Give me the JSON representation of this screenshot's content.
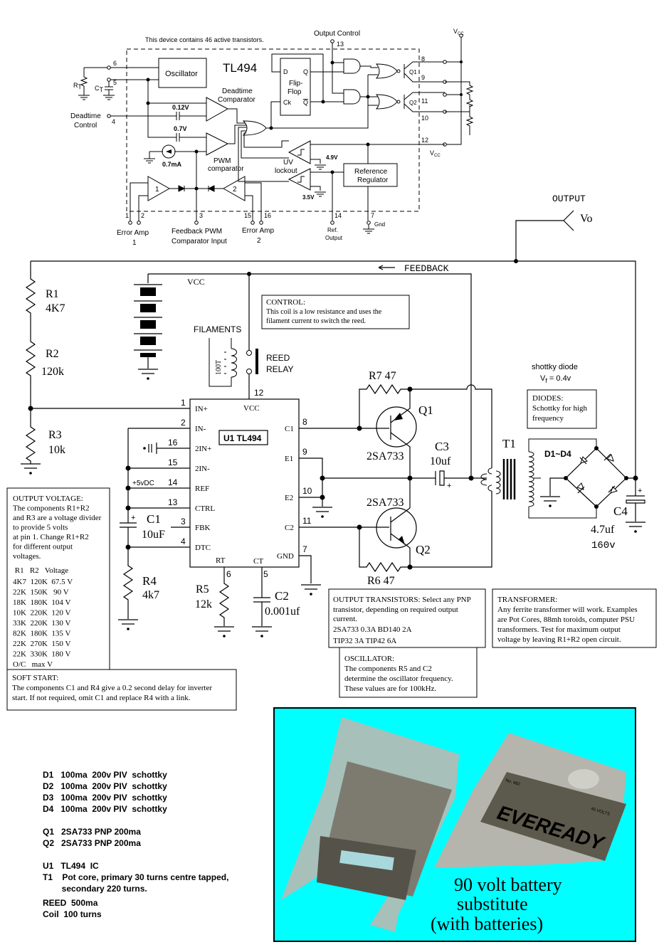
{
  "tl494_block": {
    "note": "This device contains 46 active transistors.",
    "chip_label": "TL494",
    "oscillator": "Oscillator",
    "rt": "R",
    "rt_sub": "T",
    "ct": "C",
    "ct_sub": "T",
    "deadtime_control": [
      "Deadtime",
      "Control"
    ],
    "deadtime_comparator": [
      "Deadtime",
      "Comparator"
    ],
    "v012": "0.12V",
    "v07": "0.7V",
    "ma07": "0.7mA",
    "pwm_comparator": [
      "PWM",
      "comparator"
    ],
    "flip_flop": [
      "Flip-",
      "Flop"
    ],
    "ff_d": "D",
    "ff_q": "Q",
    "ff_ck": "Ck",
    "ff_qbar": "Q",
    "output_control": "Output Control",
    "vcc_top": "V",
    "vcc_sub": "CC",
    "q1": "Q1",
    "q2": "Q2",
    "uv_lockout": [
      "UV",
      "lockout"
    ],
    "v49": "4.9V",
    "v35": "3.5V",
    "reference_regulator": [
      "Reference",
      "Regulator"
    ],
    "vcc_bottom": "V",
    "vcc_bottom_sub": "CC",
    "amp1": "1",
    "amp2": "2",
    "pins": {
      "p6": "6",
      "p5": "5",
      "p4": "4",
      "p13": "13",
      "p8": "8",
      "p9": "9",
      "p11": "11",
      "p10": "10",
      "p12": "12",
      "p1": "1",
      "p2": "2",
      "p3": "3",
      "p15": "15",
      "p16": "16",
      "p14": "14",
      "p7": "7"
    },
    "error_amp1": [
      "Error Amp",
      "1"
    ],
    "feedback_pwm": [
      "Feedback PWM",
      "Comparator Input"
    ],
    "error_amp2": [
      "Error Amp",
      "2"
    ],
    "ref_output": [
      "Ref.",
      "Output"
    ],
    "gnd": "Gnd"
  },
  "schematic": {
    "output": "OUTPUT",
    "vo": "Vo",
    "feedback": "FEEDBACK",
    "r1": "R1",
    "r1_val": "4K7",
    "r2": "R2",
    "r2_val": "120k",
    "r3": "R3",
    "r3_val": "10k",
    "r4": "R4",
    "r4_val": "4k7",
    "r5": "R5",
    "r5_val": "12k",
    "c1": "C1",
    "c1_val": "10uF",
    "c2": "C2",
    "c2_val": "0.001uf",
    "c3": "C3",
    "c3_val": "10uf",
    "c4": "C4",
    "c4_val": "4.7uf",
    "c4_volt": "160v",
    "r7": "R7 47",
    "r6": "R6 47",
    "q1": "Q1",
    "q2": "Q2",
    "q1_type": "2SA733",
    "q2_type": "2SA733",
    "t1": "T1",
    "d1_d4": "D1~D4",
    "vcc": "VCC",
    "filaments": "FILAMENTS",
    "coil_turns": "100T",
    "reed_relay": [
      "REED",
      "RELAY"
    ],
    "shottky": "shottky diode",
    "vf_symbol": "V",
    "vf_sub": "f",
    "vf_value": " = 0.4v",
    "plus5": "+5vDC",
    "ic": {
      "title": "U1  TL494",
      "left_pins": [
        {
          "num": "1",
          "name": "IN+"
        },
        {
          "num": "2",
          "name": "IN-"
        },
        {
          "num": "16",
          "name": "2IN+"
        },
        {
          "num": "15",
          "name": "2IN-"
        },
        {
          "num": "14",
          "name": "REF"
        },
        {
          "num": "13",
          "name": "CTRL"
        },
        {
          "num": "3",
          "name": "FBK"
        },
        {
          "num": "4",
          "name": "DTC"
        }
      ],
      "right_pins": [
        {
          "num": "8",
          "name": "C1"
        },
        {
          "num": "9",
          "name": "E1"
        },
        {
          "num": "10",
          "name": "E2"
        },
        {
          "num": "11",
          "name": "C2"
        },
        {
          "num": "7",
          "name": "GND"
        }
      ],
      "top_pin": {
        "num": "12",
        "name": "VCC"
      },
      "bottom_pins": [
        {
          "num": "6",
          "name": "RT"
        },
        {
          "num": "5",
          "name": "CT"
        }
      ]
    }
  },
  "notes": {
    "control": [
      "CONTROL:",
      "This coil is a low resistance and uses the",
      " filament current to switch the reed."
    ],
    "diodes": [
      "DIODES:",
      "Schottky for high",
      " frequency"
    ],
    "output_voltage": {
      "lines": [
        "OUTPUT VOLTAGE:",
        "The components R1+R2",
        "and R3 are a voltage divider",
        " to provide 5 volts",
        "at pin 1. Change R1+R2",
        "for different output",
        " voltages."
      ],
      "table_header": " R1   R2   Voltage",
      "table": [
        "4K7  120K  67.5 V",
        "22K  150K   90 V",
        "18K  180K  104 V",
        "10K  220K  120 V",
        "33K  220K  130 V",
        "82K  180K  135 V",
        "22K  270K  150 V",
        "22K  330K  180 V",
        "O/C   max V"
      ]
    },
    "soft_start": [
      "SOFT START:",
      "The components C1 and R4 give a 0.2 second delay for inverter",
      " start. If not required, omit C1 and replace R4 with a link."
    ],
    "output_transistors": [
      "OUTPUT TRANSISTORS: Select any PNP",
      " transistor, depending on required output",
      " current.",
      "2SA733 0.3A   BD140 2A",
      "TIP32 3A   TIP42 6A"
    ],
    "oscillator": [
      "OSCILLATOR:",
      "The components R5 and C2",
      " determine the oscillator frequency.",
      " These values are for 100kHz."
    ],
    "transformer": [
      "TRANSFORMER:",
      "Any ferrite transformer will work. Examples",
      " are Pot Cores, 88mh toroids, computer PSU",
      " transformers. Test  for maximum output",
      " voltage by leaving  R1+R2 open circuit."
    ]
  },
  "parts_list": [
    "D1   100ma  200v PIV  schottky",
    "D2   100ma  200v PIV  schottky",
    "D3   100ma  200v PIV  schottky",
    "D4   100ma  200v PIV  schottky",
    "Q1   2SA733 PNP 200ma",
    "Q2   2SA733 PNP 200ma",
    "U1   TL494  IC",
    "T1    Pot core, primary 30 turns centre tapped,",
    "        secondary 220 turns.",
    "REED  500ma",
    "Coil  100 turns"
  ],
  "photo": {
    "caption": [
      "90 volt battery",
      "substitute",
      "(with batteries)"
    ],
    "battery_brand": "EVEREADY",
    "battery_no": "No. 482",
    "battery_volts": "45 VOLTS",
    "colors": {
      "background": "#00ffff",
      "caption": "#6b6b6b",
      "battery": "#5c5a4c"
    }
  }
}
